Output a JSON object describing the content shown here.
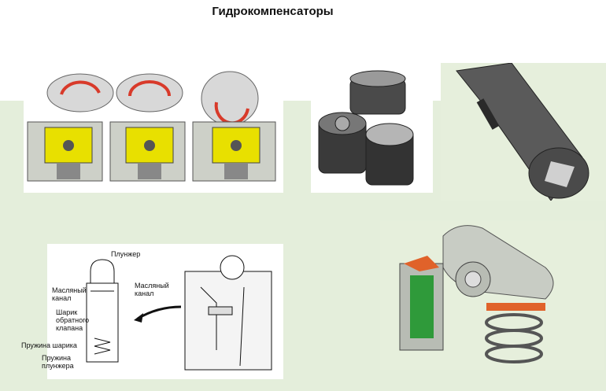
{
  "page": {
    "title": "Гидрокомпенсаторы"
  },
  "lifter_diagram": {
    "labels": {
      "plunger": "Плунжер",
      "oil_channel_left": "Масляный\nканал",
      "check_ball": "Шарик\nобратного\nклапана",
      "ball_spring": "Пружина шарика",
      "plunger_spring": "Пружина\nплунжера",
      "oil_channel_right": "Масляный\nканал"
    }
  },
  "colors": {
    "yellow_fill": "#e8e000",
    "orange_part": "#e0622a",
    "green_part": "#2f9a3a",
    "metal_dark": "#3a3a3a",
    "bg_green": "#e4eedb"
  }
}
